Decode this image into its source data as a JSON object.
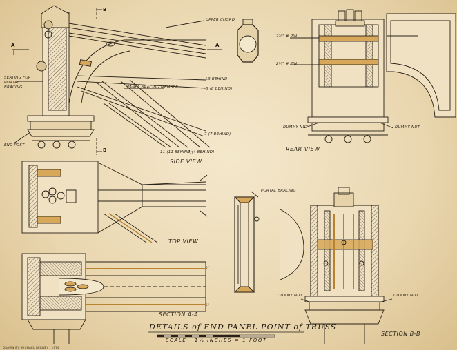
{
  "title": "DETAILS of END PANEL POINT of TRUSS",
  "scale_text": "SCALE · 1½ INCHES = 1 FOOT",
  "drawn_by": "DRAWN BY: MICHAEL BERNEY · 1974",
  "views": {
    "side": "SIDE VIEW",
    "rear": "REAR VIEW",
    "top": "TOP VIEW",
    "section_a": "SECTION A-A",
    "section_b": "SECTION B-B"
  },
  "labels": {
    "upper_chord": "UPPER CHORD",
    "seating": "SEATING FOR PORTAL BRACING",
    "panel_bracing": "PANEL BRACING MEMBER",
    "end_post": "END POST",
    "l3_behind": "L3 BEHIND",
    "l8_behind": "8 (8 BEHIND)",
    "l7_behind": "7 (7 BEHIND)",
    "l11_behind": "11 (11 BEHIND)",
    "l4_behind": "4 (4 BEHIND)",
    "pin1": "2¾\" # PIN",
    "pin2": "2¾\" # PIN",
    "dummy_nut_l": "DUMMY NUT",
    "dummy_nut_r": "DUMMY NUT",
    "portal_bracing": "PORTAL BRACING",
    "dummy_nut_bl": "DUMMY NUT",
    "dummy_nut_br": "DUMMY NUT"
  },
  "section_marks": {
    "a_left": "A",
    "a_right": "A",
    "b_top": "B",
    "b_bottom": "B",
    "sa_top": "5\"",
    "sa_bottom": "5\""
  }
}
